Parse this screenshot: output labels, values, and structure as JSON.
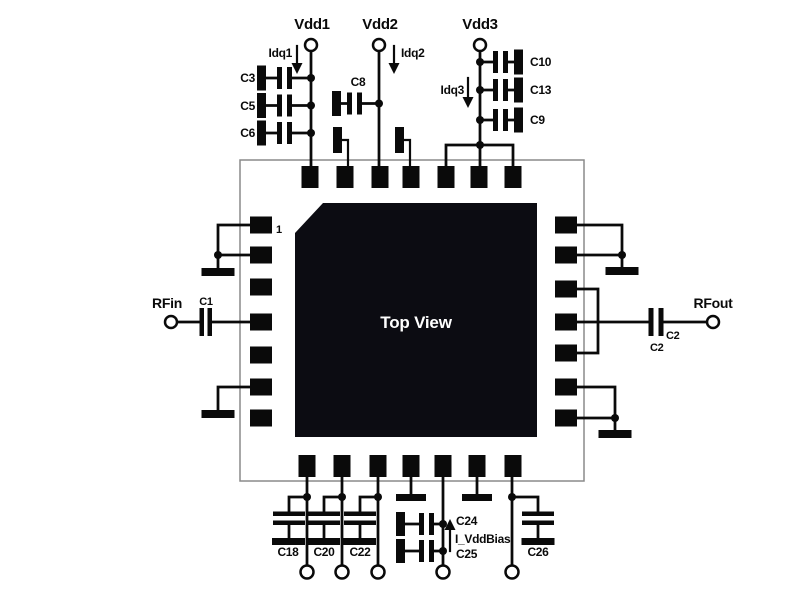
{
  "labels": {
    "vdd1": "Vdd1",
    "vdd2": "Vdd2",
    "vdd3": "Vdd3",
    "idq1": "Idq1",
    "idq2": "Idq2",
    "idq3": "Idq3",
    "rfin": "RFin",
    "rfout": "RFout",
    "chip": "Top View",
    "pin1": "1",
    "c1": "C1",
    "c2": "C2",
    "c2_alt": "C2",
    "c3": "C3",
    "c5": "C5",
    "c6": "C6",
    "c8": "C8",
    "c9": "C9",
    "c10": "C10",
    "c13": "C13",
    "c18": "C18",
    "c20": "C20",
    "c22": "C22",
    "c24": "C24",
    "c25": "C25",
    "c26": "C26",
    "i_vddbias": "I_VddBias"
  },
  "colors": {
    "ink": "#0a0a0a",
    "die": "#0c0c12",
    "outline": "#8a8a8a",
    "background": "#ffffff"
  }
}
